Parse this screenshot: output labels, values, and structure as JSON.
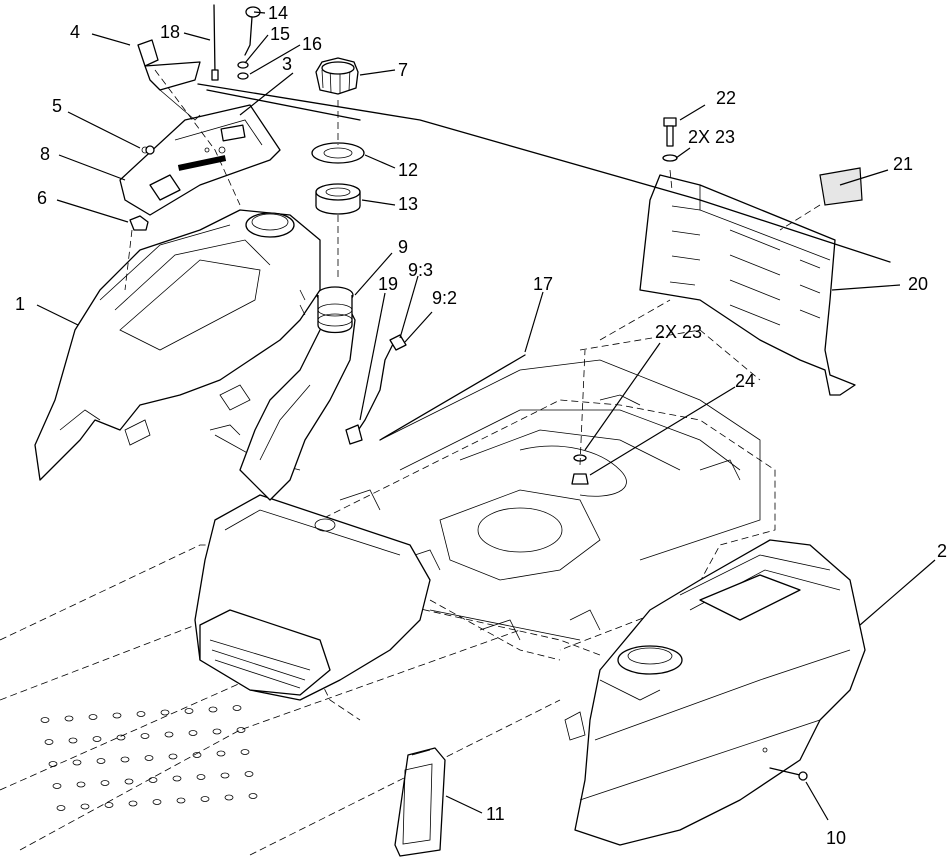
{
  "figure": {
    "callouts": [
      {
        "id": "c1",
        "text": "1"
      },
      {
        "id": "c2",
        "text": "2"
      },
      {
        "id": "c3",
        "text": "3"
      },
      {
        "id": "c4",
        "text": "4"
      },
      {
        "id": "c5",
        "text": "5"
      },
      {
        "id": "c6",
        "text": "6"
      },
      {
        "id": "c7",
        "text": "7"
      },
      {
        "id": "c8",
        "text": "8"
      },
      {
        "id": "c9",
        "text": "9"
      },
      {
        "id": "c9_3",
        "text": "9:3"
      },
      {
        "id": "c9_2",
        "text": "9:2"
      },
      {
        "id": "c10",
        "text": "10"
      },
      {
        "id": "c11",
        "text": "11"
      },
      {
        "id": "c12",
        "text": "12"
      },
      {
        "id": "c13",
        "text": "13"
      },
      {
        "id": "c14",
        "text": "14"
      },
      {
        "id": "c15",
        "text": "15"
      },
      {
        "id": "c16",
        "text": "16"
      },
      {
        "id": "c17",
        "text": "17"
      },
      {
        "id": "c18",
        "text": "18"
      },
      {
        "id": "c19",
        "text": "19"
      },
      {
        "id": "c20",
        "text": "20"
      },
      {
        "id": "c21",
        "text": "21"
      },
      {
        "id": "c22",
        "text": "22"
      },
      {
        "id": "c23a",
        "text": "2X 23"
      },
      {
        "id": "c23b",
        "text": "2X 23"
      },
      {
        "id": "c24",
        "text": "24"
      }
    ]
  }
}
